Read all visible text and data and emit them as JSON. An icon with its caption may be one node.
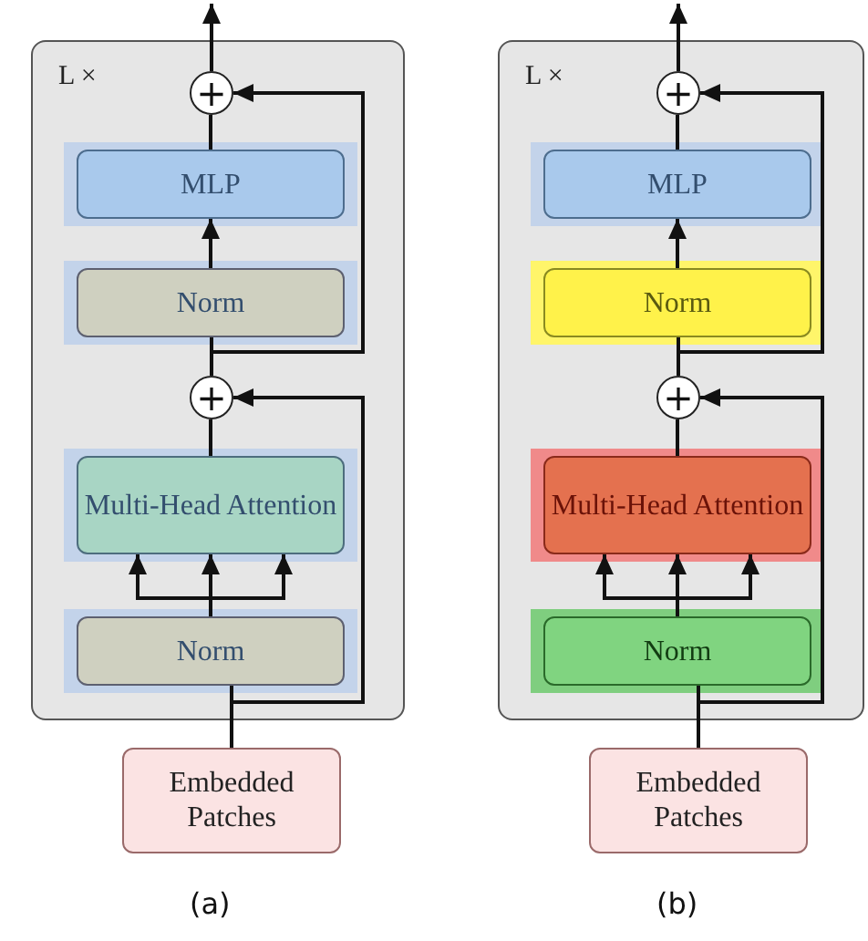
{
  "diagram": {
    "nodes": [
      {
        "text": [
          "L ×"
        ]
      },
      {
        "text": [
          "+"
        ],
        "in": 0
      },
      {
        "text": [
          "MLP"
        ],
        "in": 0
      },
      {
        "text": [
          "Norm"
        ],
        "in": 0
      },
      {
        "text": [
          "+"
        ],
        "in": 0
      },
      {
        "text": [
          "Multi-Head Attention"
        ],
        "in": 0
      },
      {
        "text": [
          "Norm"
        ],
        "in": 0
      },
      {
        "text": [
          "Embedded Patches"
        ]
      },
      {
        "text": [
          "L ×"
        ]
      },
      {
        "text": [
          "+"
        ],
        "in": 8
      },
      {
        "text": [
          "MLP"
        ],
        "in": 8
      },
      {
        "text": [
          "Norm"
        ],
        "in": 8
      },
      {
        "text": [
          "+"
        ],
        "in": 8
      },
      {
        "text": [
          "Multi-Head Attention"
        ],
        "in": 8
      },
      {
        "text": [
          "Norm"
        ],
        "in": 8
      },
      {
        "text": [
          "Embedded Patches"
        ]
      }
    ],
    "edges": [
      {
        "from": 7,
        "to": 6,
        "arrow": "none"
      },
      {
        "from": 7,
        "to": 4,
        "arrow": "to"
      },
      {
        "from": 6,
        "to": 5,
        "arrow": "to"
      },
      {
        "from": 6,
        "to": 5,
        "arrow": "to"
      },
      {
        "from": 6,
        "to": 5,
        "arrow": "to"
      },
      {
        "from": 5,
        "to": 4,
        "arrow": "none"
      },
      {
        "from": 4,
        "to": 3,
        "arrow": "none"
      },
      {
        "from": 4,
        "to": 1,
        "arrow": "to"
      },
      {
        "from": 3,
        "to": 2,
        "arrow": "to"
      },
      {
        "from": 2,
        "to": 1,
        "arrow": "none"
      },
      {
        "from": 1,
        "to": null,
        "arrow": "to"
      },
      {
        "from": 15,
        "to": 14,
        "arrow": "none"
      },
      {
        "from": 15,
        "to": 12,
        "arrow": "to"
      },
      {
        "from": 14,
        "to": 13,
        "arrow": "to"
      },
      {
        "from": 14,
        "to": 13,
        "arrow": "to"
      },
      {
        "from": 14,
        "to": 13,
        "arrow": "to"
      },
      {
        "from": 13,
        "to": 12,
        "arrow": "none"
      },
      {
        "from": 12,
        "to": 11,
        "arrow": "none"
      },
      {
        "from": 12,
        "to": 9,
        "arrow": "to"
      },
      {
        "from": 11,
        "to": 10,
        "arrow": "to"
      },
      {
        "from": 10,
        "to": 9,
        "arrow": "none"
      },
      {
        "from": 9,
        "to": null,
        "arrow": "to"
      }
    ],
    "labels": [
      "(a)",
      "(b)"
    ]
  }
}
